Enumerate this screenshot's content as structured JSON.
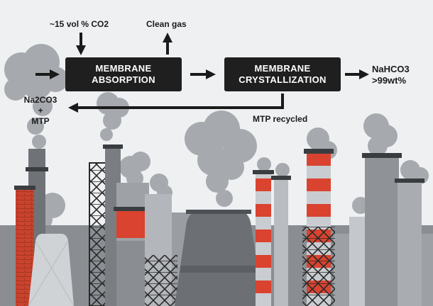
{
  "labels": {
    "feed_gas": "~15 vol % CO2",
    "clean_gas": "Clean gas",
    "absorbent_line1": "Na2CO3",
    "absorbent_line2": "+",
    "absorbent_line3": "MTP",
    "product_line1": "NaHCO3",
    "product_line2": ">99wt%",
    "recycle": "MTP recycled"
  },
  "boxes": {
    "absorption": {
      "line1": "MEMBRANE",
      "line2": "ABSORPTION"
    },
    "crystallization": {
      "line1": "MEMBRANE",
      "line2": "CRYSTALLIZATION"
    }
  },
  "colors": {
    "background": "#eef0f2",
    "box": "#1f1f1f",
    "arrow": "#1a1a1a",
    "smoke": "#9fa3a7",
    "stack_red": "#d9432f",
    "stack_gray": "#8f9397",
    "ground": "#7d8186"
  }
}
